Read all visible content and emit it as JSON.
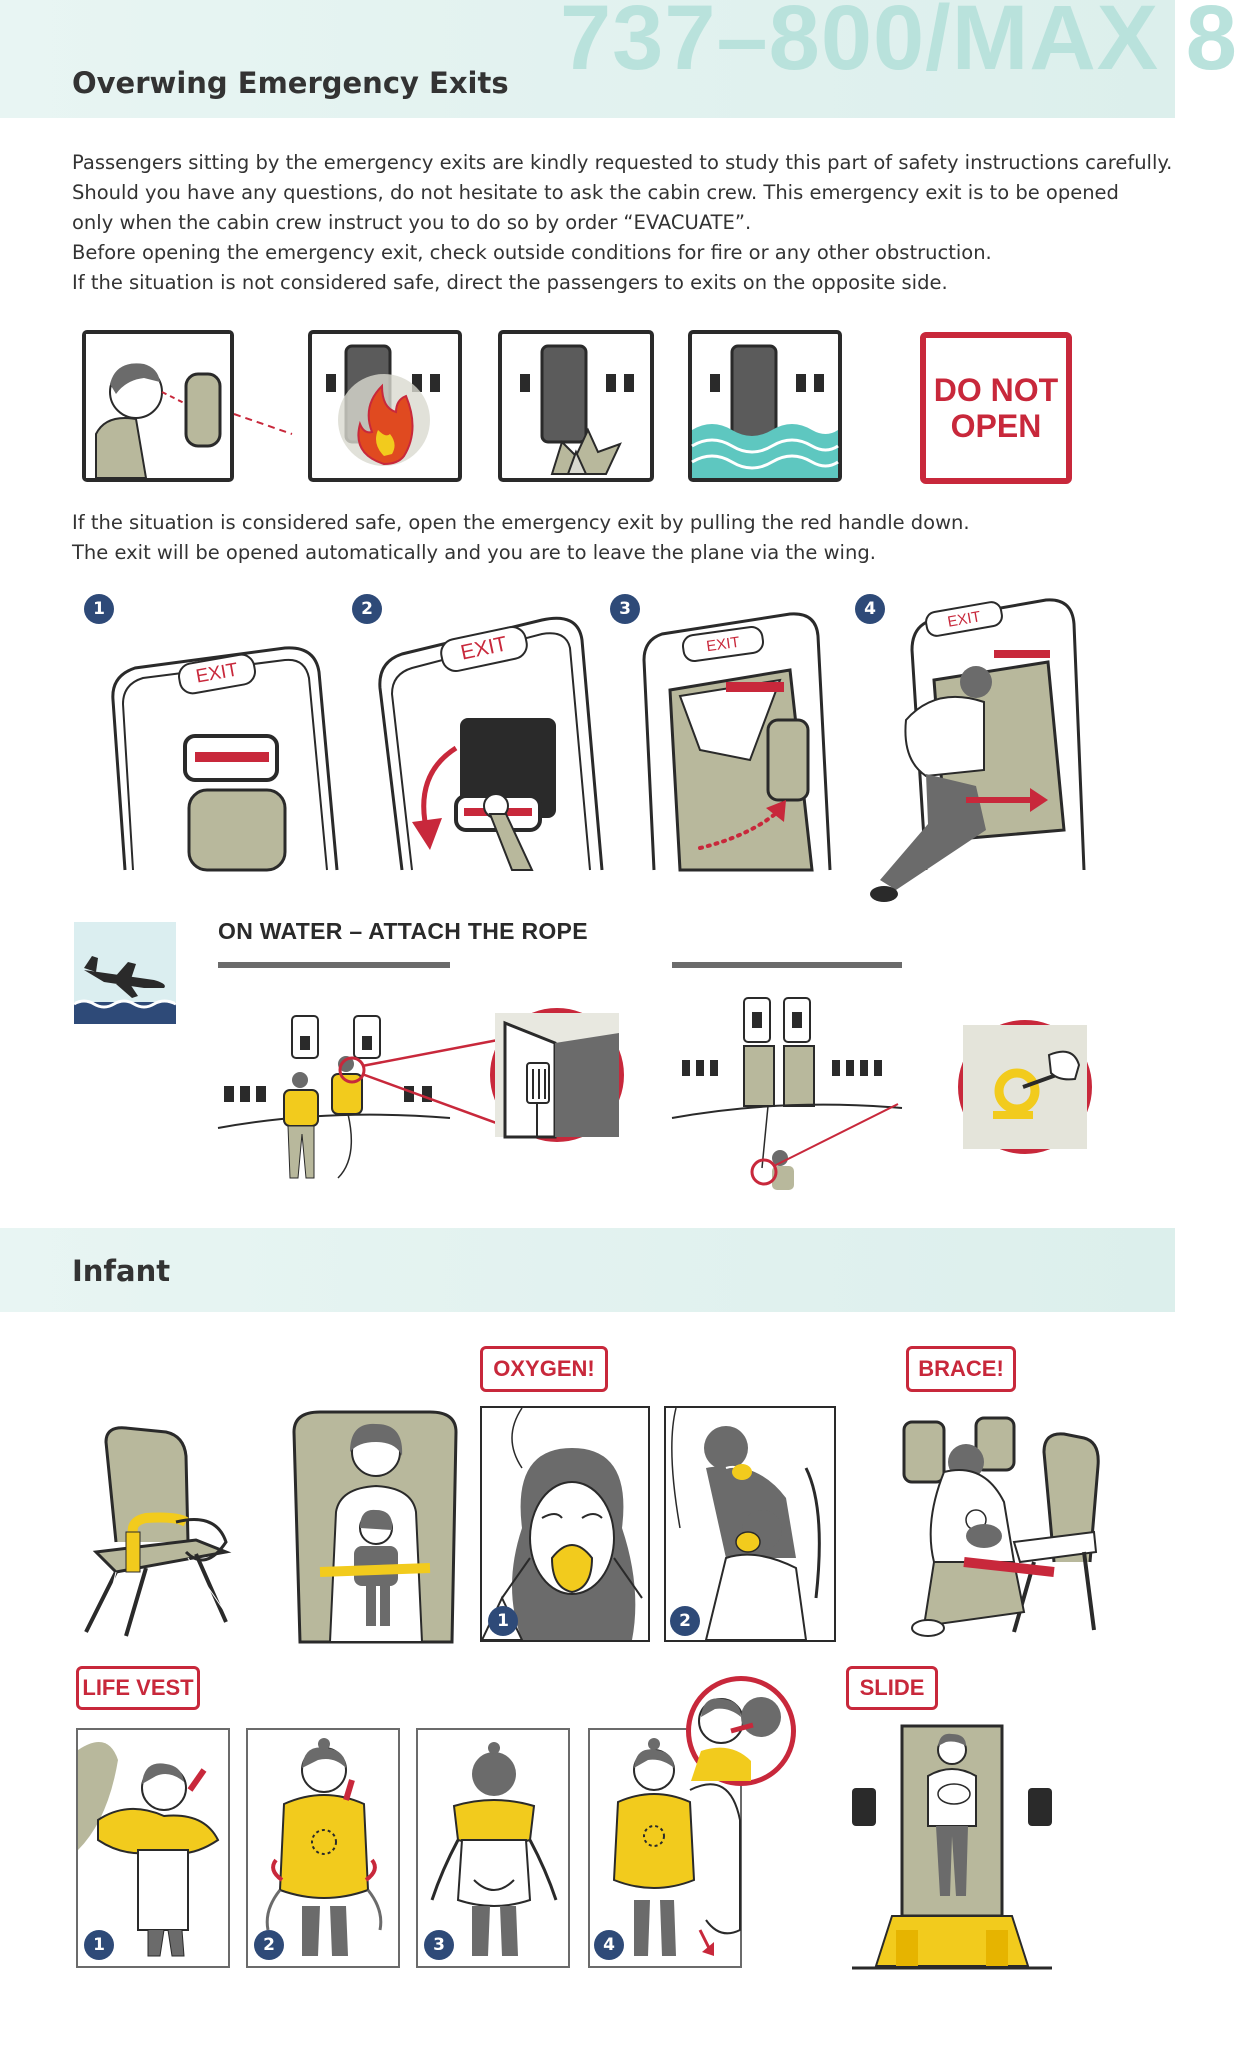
{
  "header": {
    "model": "737–800/MAX 8",
    "title": "Overwing Emergency Exits"
  },
  "intro": {
    "lines": [
      "Passengers sitting by the emergency exits are kindly requested to study this part of safety instructions carefully.",
      "Should you have any questions, do not hesitate to ask the cabin crew. This emergency exit is to be opened",
      "only when the cabin crew instruct you to do so by order “EVACUATE”.",
      "Before opening the emergency exit, check outside conditions for fire or any other obstruction.",
      "If the situation is not considered safe, direct the passengers to exits on the opposite side."
    ]
  },
  "do_not_open": "DO NOT\nOPEN",
  "safe": {
    "lines": [
      "If the situation is considered safe, open the emergency exit by pulling the red handle down.",
      "The exit will be opened automatically and you are to leave the plane via the wing."
    ]
  },
  "steps": {
    "numbers": [
      "1",
      "2",
      "3",
      "4"
    ],
    "exit_label": "EXIT"
  },
  "water": {
    "heading": "ON WATER – ATTACH THE ROPE"
  },
  "infant": {
    "title": "Infant",
    "oxygen": "OXYGEN!",
    "brace": "BRACE!",
    "life_vest": "LIFE VEST",
    "slide": "SLIDE",
    "oxygen_steps": [
      "1",
      "2"
    ],
    "vest_steps": [
      "1",
      "2",
      "3",
      "4"
    ]
  },
  "colors": {
    "red": "#c8283b",
    "navy": "#2e4a78",
    "olive": "#b8b89c",
    "yellow": "#f2cb1d",
    "teal": "#bfe3dd",
    "water": "#5ec7c0"
  }
}
